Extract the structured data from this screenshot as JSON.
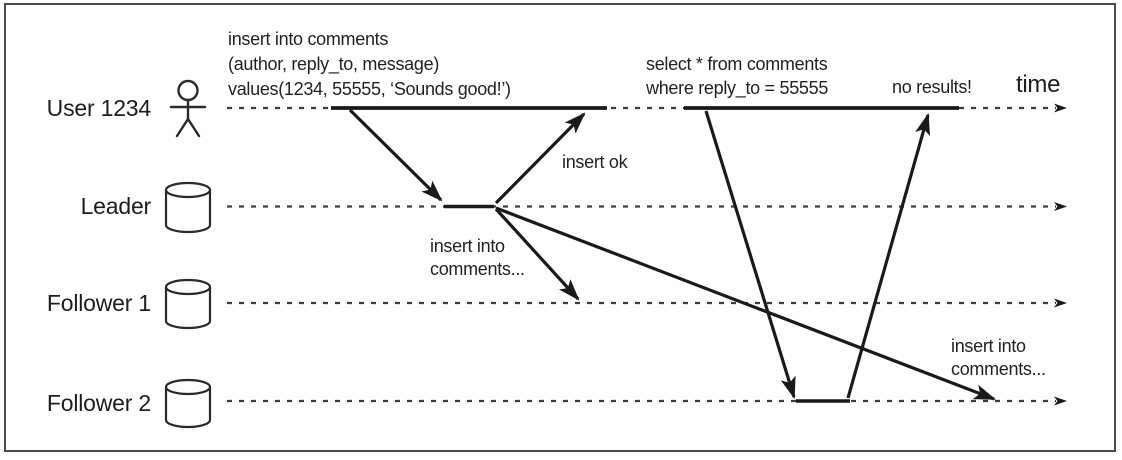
{
  "figure": {
    "description": "Sequence diagram of leader-based replication showing reading-your-own-writes anomaly",
    "time_axis_label": "time",
    "actors": [
      {
        "label": "User 1234",
        "icon": "person-icon"
      },
      {
        "label": "Leader",
        "icon": "database-icon"
      },
      {
        "label": "Follower 1",
        "icon": "database-icon"
      },
      {
        "label": "Follower 2",
        "icon": "database-icon"
      }
    ],
    "annotations": {
      "insert_query": [
        "insert into comments",
        "(author, reply_to, message)",
        "values(1234, 55555, ‘Sounds good!’)"
      ],
      "insert_ok": "insert ok",
      "replicate_to_follower1": [
        "insert into",
        "comments..."
      ],
      "select_query": [
        "select * from comments",
        "where reply_to = 55555"
      ],
      "no_results": "no results!",
      "replicate_to_follower2": [
        "insert into",
        "comments..."
      ]
    },
    "colors": {
      "ink": "#1a1a1a",
      "lifeline": "#3d3d3d",
      "border": "#4b4b4b",
      "background": "#ffffff"
    }
  }
}
